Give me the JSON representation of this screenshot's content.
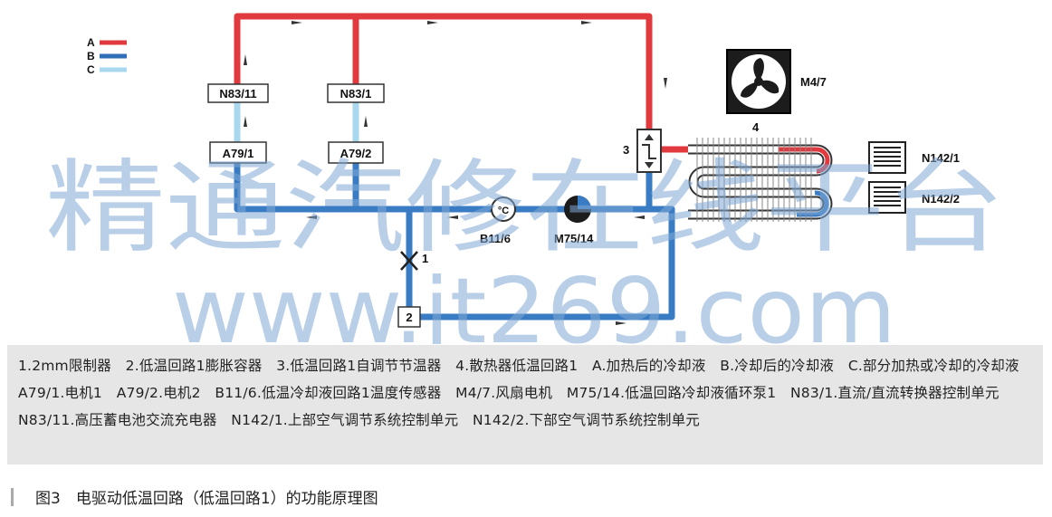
{
  "legend": [
    {
      "key": "A",
      "color": "#e03a3e"
    },
    {
      "key": "B",
      "color": "#2f6fb8"
    },
    {
      "key": "C",
      "color": "#a9d8ee"
    }
  ],
  "colors": {
    "hot": "#e03a3e",
    "cold": "#3a7cc4",
    "partial": "#a9d8ee",
    "outline": "#333333"
  },
  "labels": {
    "n83_11": "N83/11",
    "n83_1": "N83/1",
    "a79_1": "A79/1",
    "a79_2": "A79/2",
    "m4_7": "M4/7",
    "part3": "3",
    "part4": "4",
    "n142_1": "N142/1",
    "n142_2": "N142/2",
    "b11_6": "B11/6",
    "m75_14": "M75/14",
    "sensor": "°C",
    "part1": "1",
    "part2": "2"
  },
  "watermark": {
    "line1": "精通汽修在线平台",
    "line2": "www.jt269.com"
  },
  "caption": "1.2mm限制器　2.低温回路1膨胀容器　3.低温回路1自调节节温器　4.散热器低温回路1　A.加热后的冷却液　B.冷却后的冷却液　C.部分加热或冷却的冷却液　A79/1.电机1　A79/2.电机2　B11/6.低温冷却液回路1温度传感器　M4/7.风扇电机　M75/14.低温回路冷却液循环泵1　N83/1.直流/直流转换器控制单元　N83/11.高压蓄电池交流充电器　N142/1.上部空气调节系统控制单元　N142/2.下部空气调节系统控制单元",
  "figure_title": "图3　电驱动低温回路（低温回路1）的功能原理图"
}
